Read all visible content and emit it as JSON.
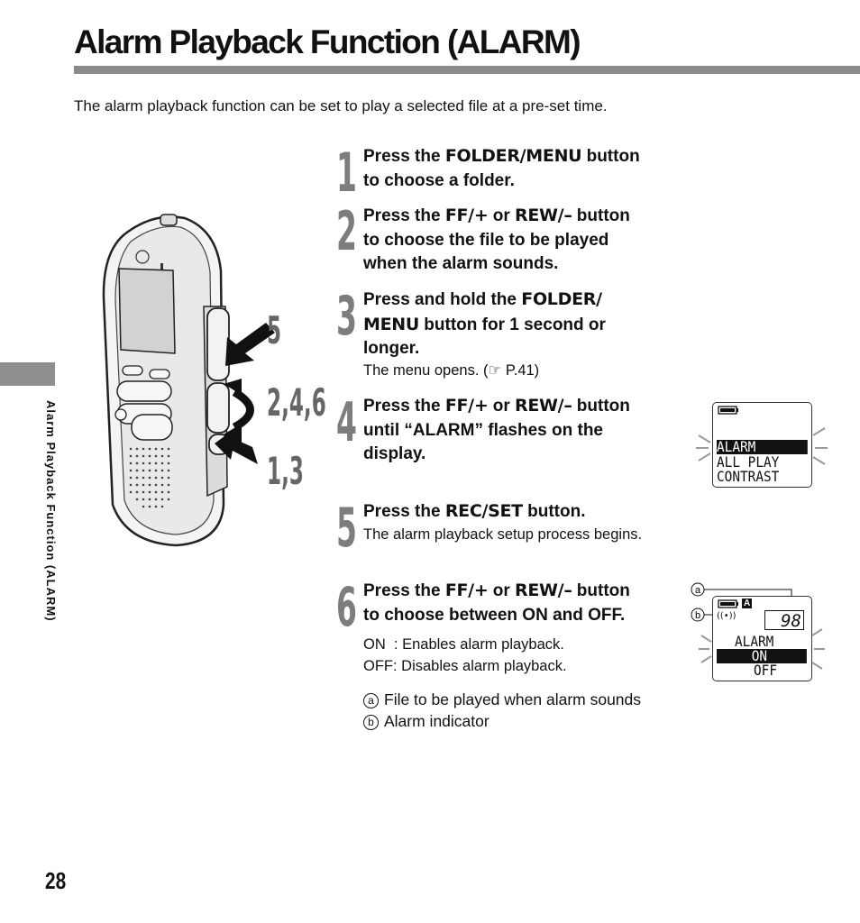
{
  "page": {
    "title": "Alarm Playback Function (ALARM)",
    "intro": "The alarm playback function can be set to play a selected file at a pre-set time.",
    "side_label": "Alarm Playback Function (ALARM)",
    "page_number": "28"
  },
  "figure_labels": {
    "label_5": "5",
    "label_246": "2,4,6",
    "label_13": "1,3"
  },
  "steps": [
    {
      "num": "1",
      "pre": "Press the ",
      "btn": "FOLDER/MENU",
      "post": " button",
      "line2": "to choose a folder."
    },
    {
      "num": "2",
      "pre": "Press the ",
      "btn": "FF/+",
      "mid": " or ",
      "btn2": "REW/–",
      "post": " button",
      "line2": "to choose the file to be played",
      "line3": "when the alarm sounds."
    },
    {
      "num": "3",
      "pre": "Press and hold the ",
      "btn": "FOLDER/",
      "btn_line2": "MENU",
      "post": " button for 1 second or",
      "line3": "longer.",
      "note": "The menu opens. (☞ P.41)"
    },
    {
      "num": "4",
      "pre": "Press the ",
      "btn": "FF/+",
      "mid": " or ",
      "btn2": "REW/–",
      "post": " button",
      "line2": "until “ALARM” flashes on the",
      "line3": "display."
    },
    {
      "num": "5",
      "pre": "Press the ",
      "btn": "REC/SET",
      "post": " button.",
      "note": "The alarm playback setup process begins."
    },
    {
      "num": "6",
      "pre": "Press the ",
      "btn": "FF/+",
      "mid": " or ",
      "btn2": "REW/–",
      "post": " button",
      "line2": "to choose between ON and OFF.",
      "opt_on": "ON  : Enables alarm playback.",
      "opt_off": "OFF: Disables alarm playback."
    }
  ],
  "callouts": [
    {
      "mark": "a",
      "text": "File to be played when alarm sounds"
    },
    {
      "mark": "b",
      "text": "Alarm indicator"
    }
  ],
  "lcd1": {
    "line1": "ALARM",
    "line2": "ALL PLAY",
    "line3": "CONTRAST"
  },
  "lcd2": {
    "file_number": "98",
    "alarm_symbol": "((•))",
    "folder": "A",
    "line1": "ALARM",
    "line2": "ON",
    "line3": "OFF"
  }
}
